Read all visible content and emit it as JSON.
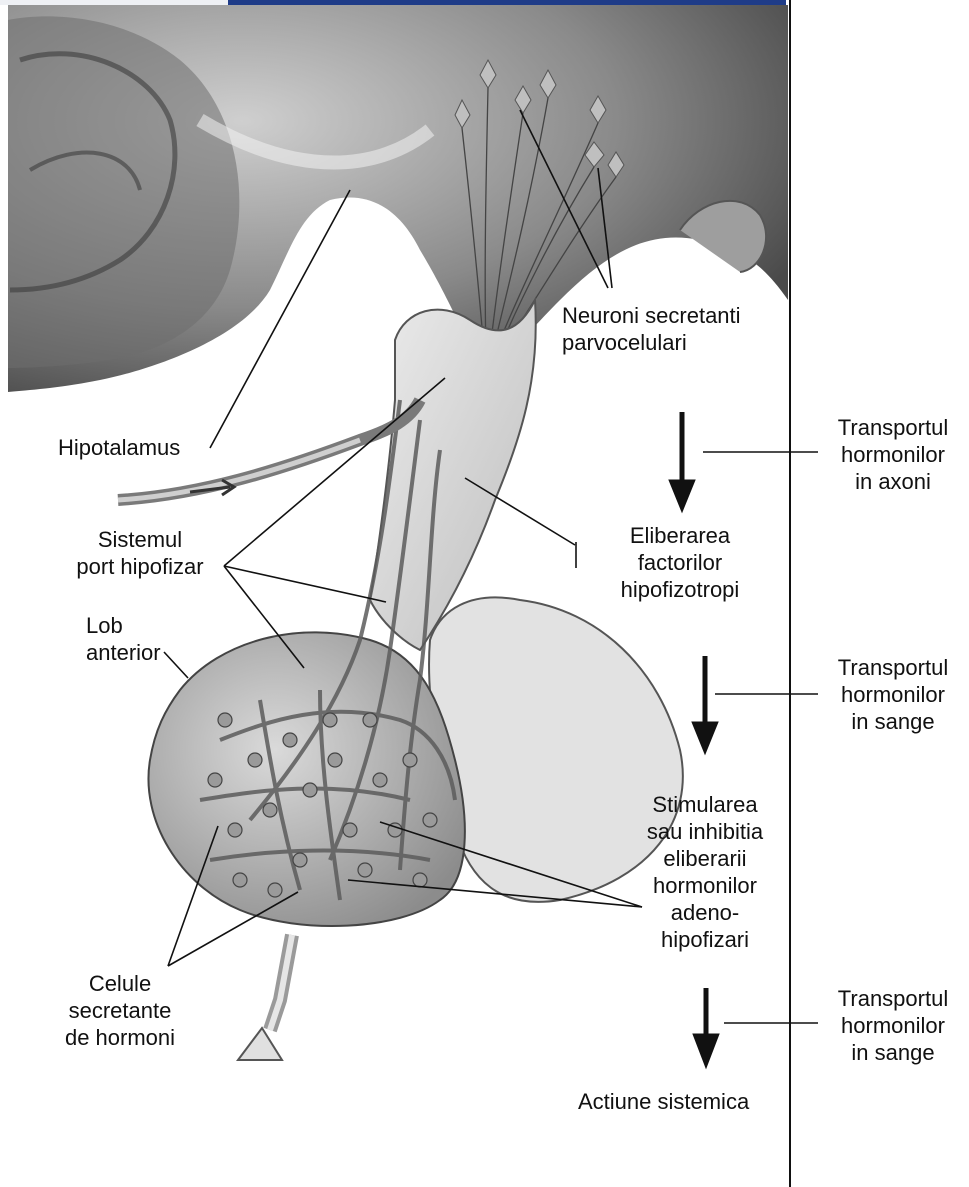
{
  "labels": {
    "neuroni": "Neuroni secretanti\nparvocelulari",
    "hipotalamus": "Hipotalamus",
    "sistemul": "Sistemul\nport hipofizar",
    "lob": "Lob\nanterior",
    "celule": "Celule\nsecretante\nde hormoni",
    "eliberarea": "Eliberarea\nfactorilor\nhipofizotropi",
    "stimularea": "Stimularea\nsau inhibitia\neliberarii\nhormonilor\nadeno-\nhipofizari",
    "actiune": "Actiune sistemica",
    "transport_axoni": "Transportul\nhormonilor\nin axoni",
    "transport_sange_1": "Transportul\nhormonilor\nin sange",
    "transport_sange_2": "Transportul\nhormonilor\nin sange"
  },
  "colors": {
    "brain": "#8f8f8f",
    "tissue": "#d6d6d6",
    "vessel": "#6e6e6e",
    "cell": "#9a9a9a",
    "header_bar": "#1f3c88"
  }
}
